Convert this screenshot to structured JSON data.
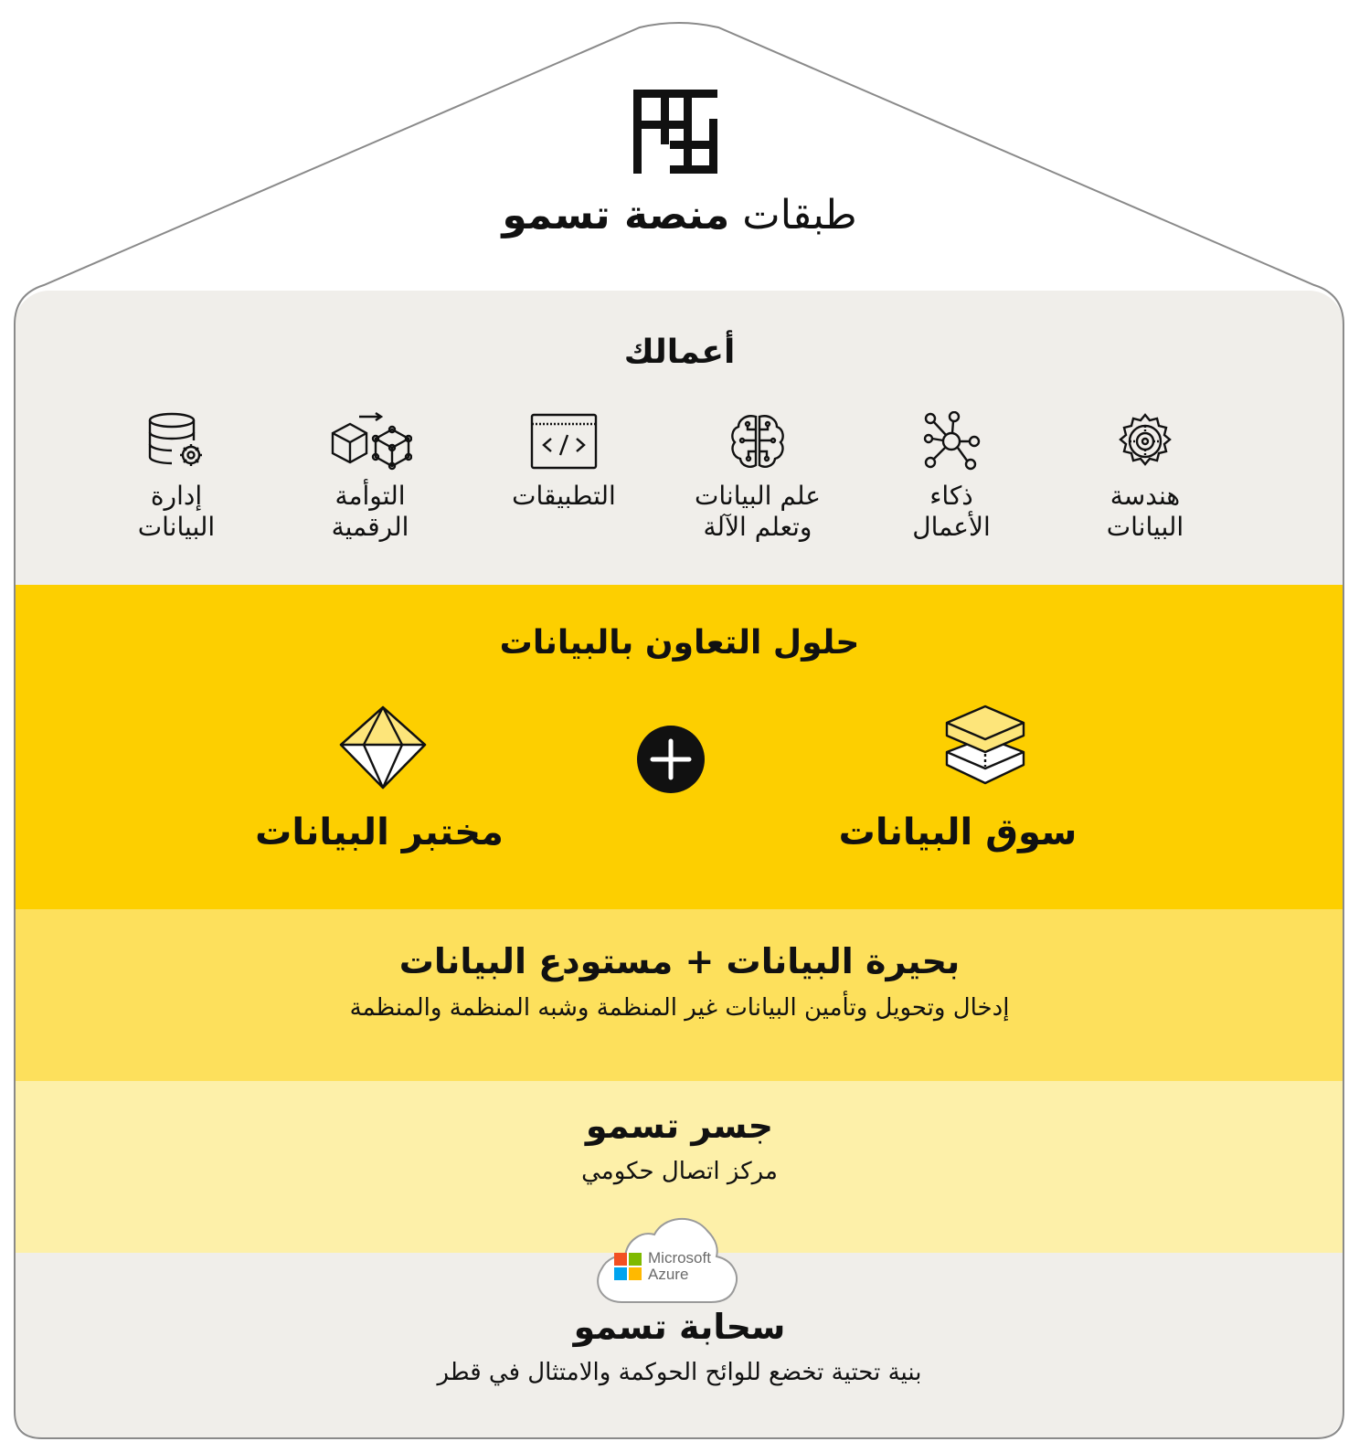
{
  "header": {
    "title_regular": "طبقات",
    "title_bold": "منصة تسمو",
    "logo_icon": "tasmu-grid-logo-icon"
  },
  "business": {
    "heading": "أعمالك",
    "items": [
      {
        "line1": "هندسة",
        "line2": "البيانات",
        "icon": "gear-icon"
      },
      {
        "line1": "ذكاء",
        "line2": "الأعمال",
        "icon": "network-nodes-icon"
      },
      {
        "line1": "علم البيانات",
        "line2": "وتعلم الآلة",
        "icon": "brain-circuit-icon"
      },
      {
        "line1": "التطبيقات",
        "line2": "",
        "icon": "code-window-icon"
      },
      {
        "line1": "التوأمة",
        "line2": "الرقمية",
        "icon": "digital-twin-cube-icon"
      },
      {
        "line1": "إدارة",
        "line2": "البيانات",
        "icon": "database-gear-icon"
      }
    ]
  },
  "collaboration": {
    "heading": "حلول التعاون بالبيانات",
    "marketplace_label": "سوق البيانات",
    "marketplace_icon": "stacked-layers-icon",
    "plus_icon": "plus-circle-icon",
    "lab_label": "مختبر البيانات",
    "lab_icon": "diamond-icon"
  },
  "lake": {
    "heading": "بحيرة البيانات + مستودع البيانات",
    "subtitle": "إدخال وتحويل وتأمين البيانات غير المنظمة وشبه المنظمة والمنظمة"
  },
  "bridge": {
    "heading": "جسر تسمو",
    "subtitle": "مركز اتصال حكومي"
  },
  "cloud": {
    "badge_line1": "Microsoft",
    "badge_line2": "Azure",
    "badge_icon": "microsoft-logo-icon",
    "heading": "سحابة تسمو",
    "subtitle": "بنية تحتية تخضع للوائح الحوكمة والامتثال في قطر"
  },
  "colors": {
    "collab_band": "#fdcf00",
    "lake_band": "#fde05c",
    "bridge_band": "#fdf0a9",
    "neutral_band": "#f0eeea",
    "outline": "#8a8a8a"
  }
}
